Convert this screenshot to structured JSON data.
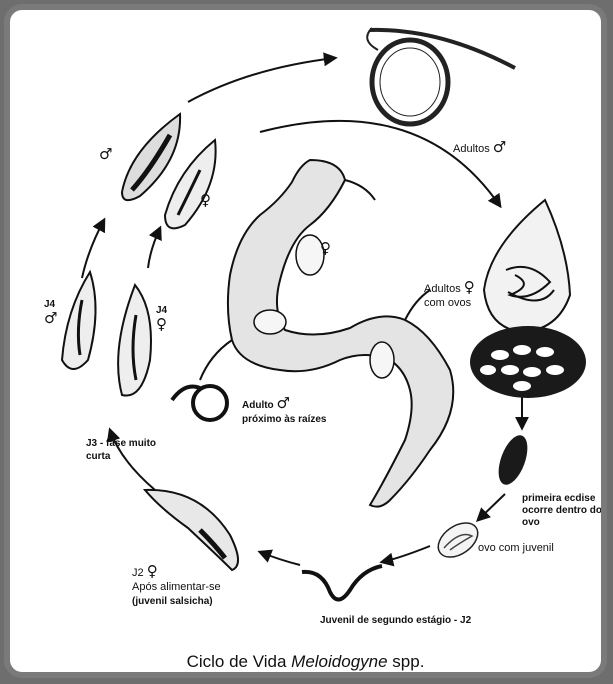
{
  "labels": {
    "adults_male": "Adultos",
    "male_symbol": "♂",
    "female_symbol": "♀",
    "adults_female_1": "Adultos",
    "adults_female_2": "com ovos",
    "ecdise_1": "primeira ecdise",
    "ecdise_2": "ocorre dentro do",
    "ecdise_3": "ovo",
    "egg_juvenile": "ovo com juvenil",
    "j2": "Juvenil de segundo estágio - J2",
    "j2_fed_prefix": "J2",
    "j2_fed_1": "Após alimentar-se",
    "j2_fed_2": "(juvenil salsicha)",
    "j3_1": "J3 - fase muito",
    "j3_2": "curta",
    "j4_left": "J4",
    "j4_right": "J4",
    "adult_male_roots_1": "Adulto",
    "adult_male_roots_2": "próximo às raízes"
  },
  "caption": {
    "prefix": "Ciclo de Vida ",
    "genus": "Meloidogyne",
    "suffix": " spp."
  }
}
